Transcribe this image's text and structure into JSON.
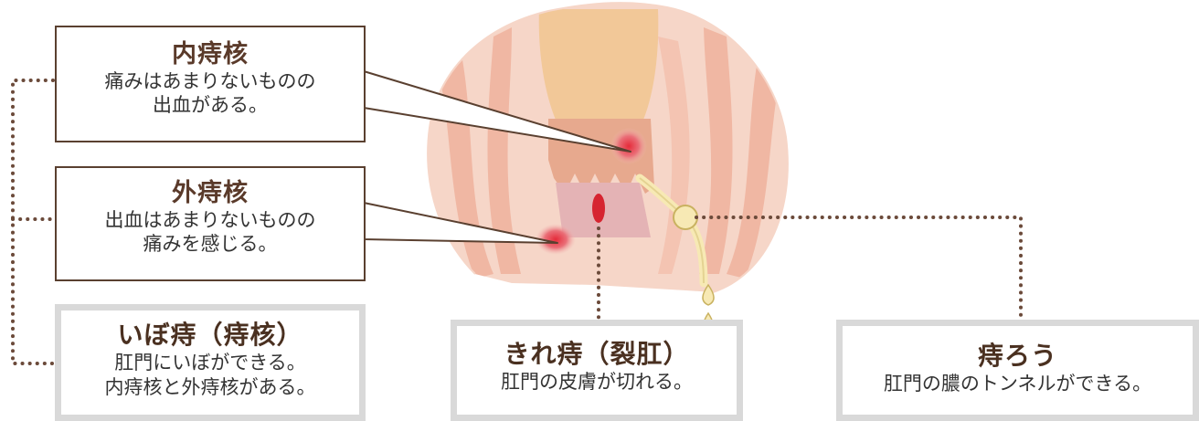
{
  "colors": {
    "outline": "#5a4030",
    "dotted_line": "#6b4a3a",
    "grey_frame": "#d9d9d9",
    "skin_outer": "#f6d6c8",
    "skin_stripe": "#f0b7a3",
    "rectum": "#f2c898",
    "mucosa": "#e7a98e",
    "canal": "#e4b3b5",
    "red_accent": "#d62430",
    "pus_yellow": "#f7e9b4"
  },
  "boxes": {
    "internal": {
      "title": "内痔核",
      "body": "痛みはあまりないものの\n出血がある。"
    },
    "external": {
      "title": "外痔核",
      "body": "出血はあまりないものの\n痛みを感じる。"
    },
    "ibo": {
      "title": "いぼ痔（痔核）",
      "body": "肛門にいぼができる。\n内痔核と外痔核がある。"
    },
    "kire": {
      "title": "きれ痔（裂肛）",
      "body": "肛門の皮膚が切れる。"
    },
    "jirou": {
      "title": "痔ろう",
      "body": "肛門の膿のトンネルができる。"
    }
  }
}
